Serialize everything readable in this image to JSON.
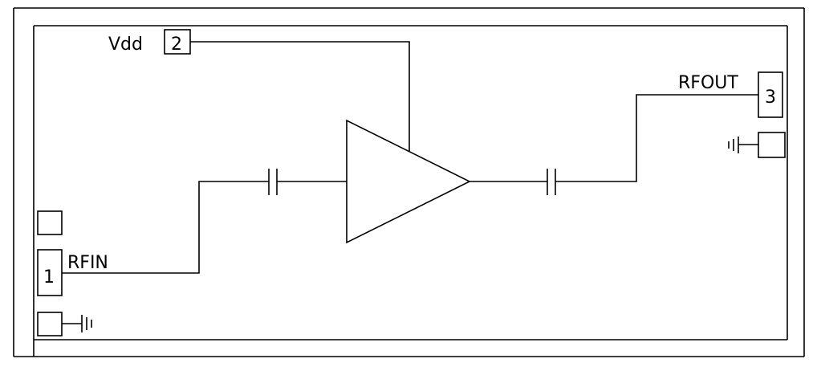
{
  "pins": {
    "vdd": {
      "name": "Vdd",
      "number": "2"
    },
    "rfout": {
      "name": "RFOUT",
      "number": "3"
    },
    "rfin": {
      "name": "RFIN",
      "number": "1"
    }
  },
  "components": {
    "amplifier": "amplifier-triangle",
    "input_capacitor": "capacitor",
    "output_capacitor": "capacitor",
    "ground_symbols": [
      "ground-icon",
      "ground-icon"
    ]
  }
}
